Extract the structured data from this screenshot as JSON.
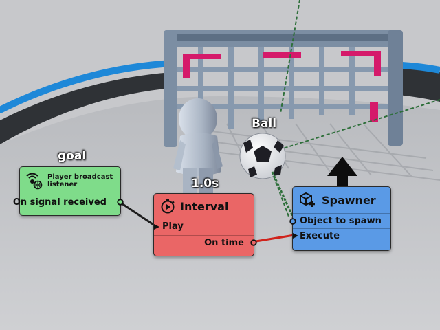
{
  "scene": {
    "labels": {
      "ball": "Ball",
      "goal": "goal",
      "interval_time": "1.0s"
    }
  },
  "nodes": {
    "listener": {
      "title": "Player broadcast listener",
      "output_pin": "On signal received"
    },
    "interval": {
      "title": "Interval",
      "input_pin": "Play",
      "output_pin": "On time"
    },
    "spawner": {
      "title": "Spawner",
      "input_pin_object": "Object to spawn",
      "input_pin_execute": "Execute"
    }
  },
  "colors": {
    "listener_node": "#7fdc8a",
    "interval_node": "#ea6666",
    "spawner_node": "#5a9ae6",
    "wire_dark": "#1e1e1e",
    "wire_red": "#d0231c",
    "wire_green": "#2e6f3a",
    "goal_frame": "#7c8ea3",
    "goal_accent": "#d51a6a",
    "track_blue": "#1e88d8"
  }
}
